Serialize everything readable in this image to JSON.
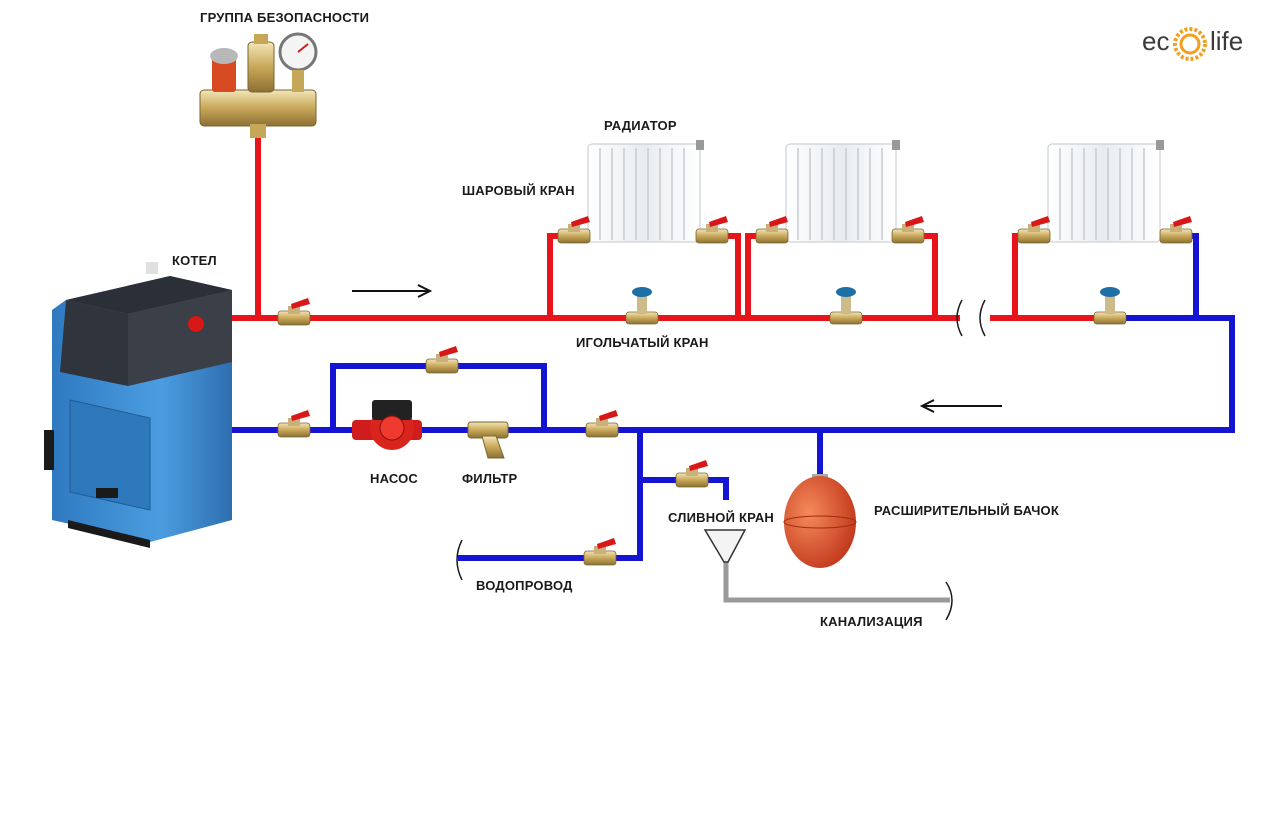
{
  "labels": {
    "safety_group": "ГРУППА БЕЗОПАСНОСТИ",
    "radiator": "РАДИАТОР",
    "ball_valve": "ШАРОВЫЙ КРАН",
    "boiler": "КОТЕЛ",
    "needle_valve": "ИГОЛЬЧАТЫЙ КРАН",
    "pump": "НАСОС",
    "filter": "ФИЛЬТР",
    "drain_valve": "СЛИВНОЙ КРАН",
    "expansion_tank": "РАСШИРИТЕЛЬНЫЙ БАЧОК",
    "water_supply": "ВОДОПРОВОД",
    "sewer": "КАНАЛИЗАЦИЯ"
  },
  "logo": {
    "left": "ec",
    "right": "life"
  },
  "colors": {
    "hot_pipe": "#e8141c",
    "cold_pipe": "#1414d2",
    "drain_pipe": "#9a9a9a",
    "boiler_body": "#3f8fd0",
    "boiler_top": "#2a2f38",
    "tank": "#e4502a",
    "valve_body": "#d8c9a0",
    "valve_handle": "#d81818",
    "needle_handle": "#1d6fa5",
    "logo_accent": "#f0a020"
  }
}
